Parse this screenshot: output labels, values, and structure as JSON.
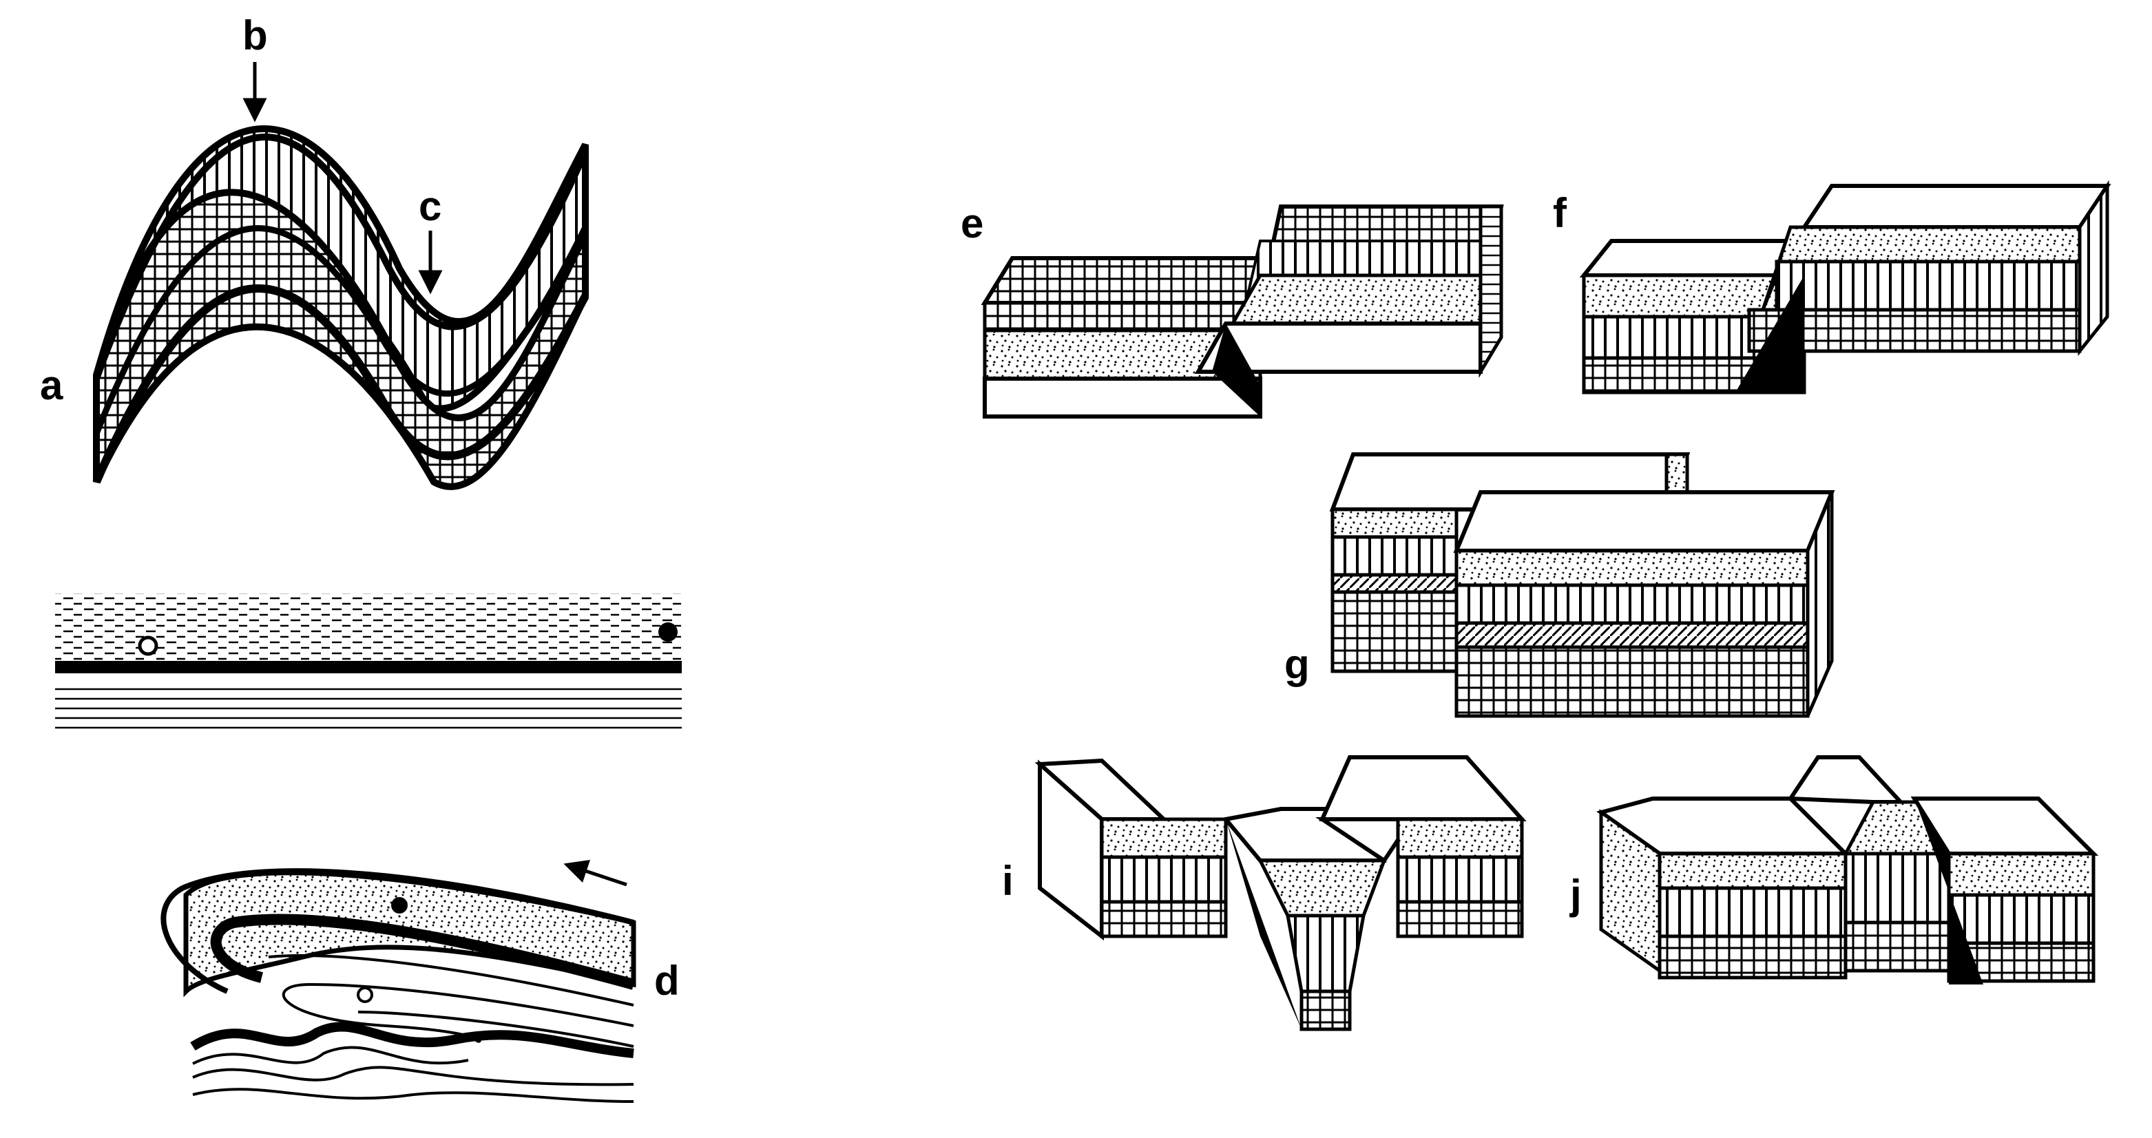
{
  "labels": {
    "a": "a",
    "b": "b",
    "c": "c",
    "d": "d",
    "e": "e",
    "f": "f",
    "g": "g",
    "i": "i",
    "j": "j"
  },
  "colors": {
    "ink": "#000000",
    "paper": "#ffffff"
  }
}
